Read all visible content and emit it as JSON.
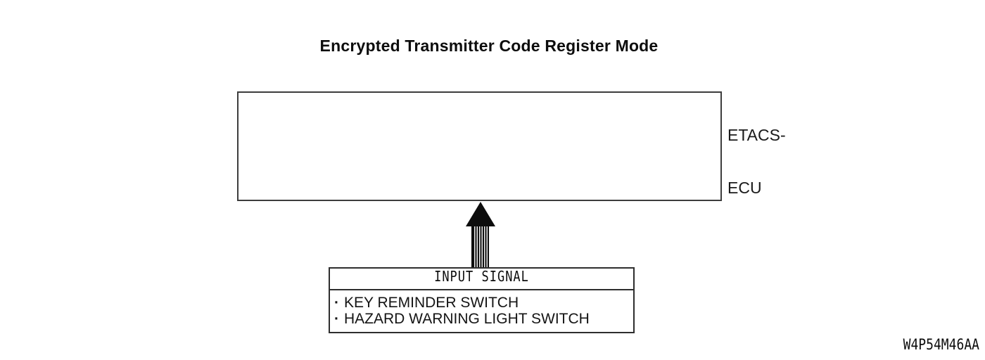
{
  "title": "Encrypted Transmitter Code Register Mode",
  "ecu": {
    "label_line1": "ETACS-",
    "label_line2": "ECU"
  },
  "arrow": {
    "direction": "up",
    "style": "striped-shaft-solid-head"
  },
  "input_signal_box": {
    "header": "INPUT SIGNAL",
    "bullet": "·",
    "items": [
      "KEY REMINDER SWITCH",
      "HAZARD WARNING LIGHT SWITCH"
    ]
  },
  "figure_code": "W4P54M46AA",
  "colors": {
    "background": "#ffffff",
    "line": "#2e2e2e",
    "box_border": "#3d3d3d",
    "text": "#111111",
    "arrow": "#0d0d0d"
  }
}
